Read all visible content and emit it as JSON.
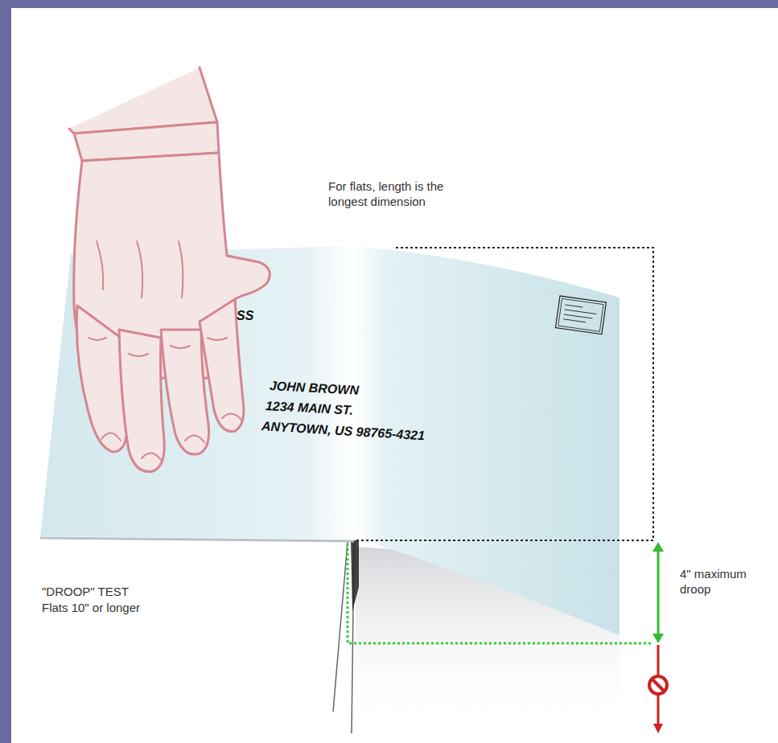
{
  "diagram": {
    "labels": [
      "For flats, length is the longest dimension",
      "JOHN BROWN",
      "1234 MAIN ST.",
      "ANYTOWN, US 98765-4321",
      "SS",
      "\"DROOP\" TEST",
      "Flats 10\" or longer",
      "4\" maximum droop"
    ]
  }
}
